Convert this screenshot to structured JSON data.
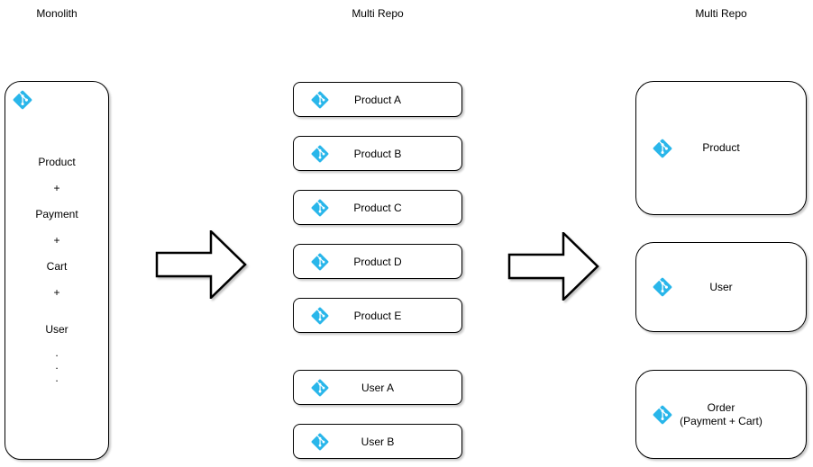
{
  "headers": {
    "left": "Monolith",
    "middle": "Multi Repo",
    "right": "Multi Repo"
  },
  "monolith": {
    "lines": [
      "Product",
      "+",
      "Payment",
      "+",
      "Cart",
      "+",
      "User"
    ],
    "dots": [
      ".",
      ".",
      "."
    ]
  },
  "multi_repo": {
    "repos": [
      "Product A",
      "Product B",
      "Product C",
      "Product D",
      "Product E",
      "User A",
      "User B"
    ]
  },
  "consolidated": {
    "services": [
      {
        "label": "Product",
        "sublabel": ""
      },
      {
        "label": "User",
        "sublabel": ""
      },
      {
        "label": "Order",
        "sublabel": "(Payment + Cart)"
      }
    ]
  },
  "icons": {
    "git_icon": "git-branch-diamond"
  },
  "colors": {
    "git_icon": "#29B6EA",
    "shape_border": "#000000",
    "shape_fill": "#FFFFFF",
    "background": "#FFFFFF",
    "text": "#000000"
  }
}
